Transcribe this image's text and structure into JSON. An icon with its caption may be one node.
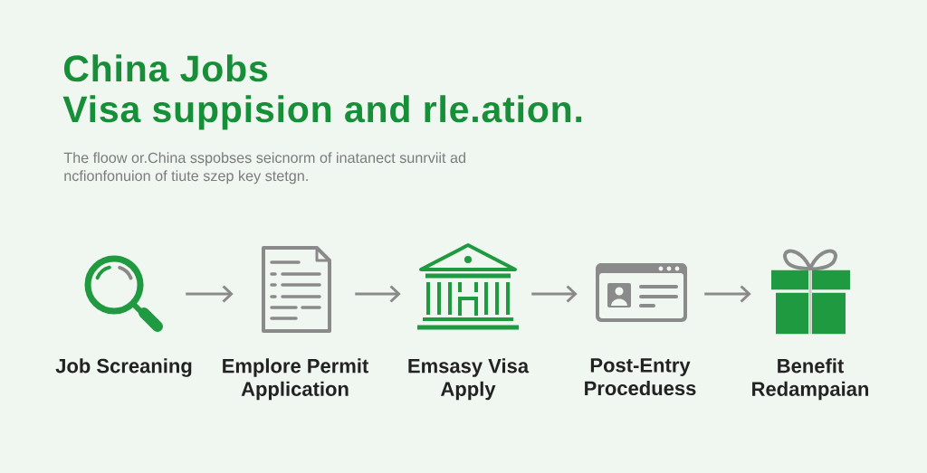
{
  "diagram": {
    "title": "China Jobs Visa suppision and rle.ation.",
    "nodes": [
      {
        "text": [
          "Job Screaning"
        ]
      },
      {
        "text": [
          "Emplore Permit Application"
        ]
      },
      {
        "text": [
          "Emsasy Visa Apply"
        ]
      },
      {
        "text": [
          "Post-Entry Proceduess"
        ]
      },
      {
        "text": [
          "Benefit Redampaian"
        ]
      }
    ],
    "edges": [
      {
        "from": 0,
        "to": 1,
        "arrow": "to"
      },
      {
        "from": 1,
        "to": 2,
        "arrow": "to"
      },
      {
        "from": 2,
        "to": 3,
        "arrow": "to"
      },
      {
        "from": 3,
        "to": 4,
        "arrow": "to"
      }
    ],
    "labels": [
      "The floow or.China sspobses seicnorm of inatanect sunrviit ad ncfionfonuion of tiute szep key stetgn."
    ]
  }
}
